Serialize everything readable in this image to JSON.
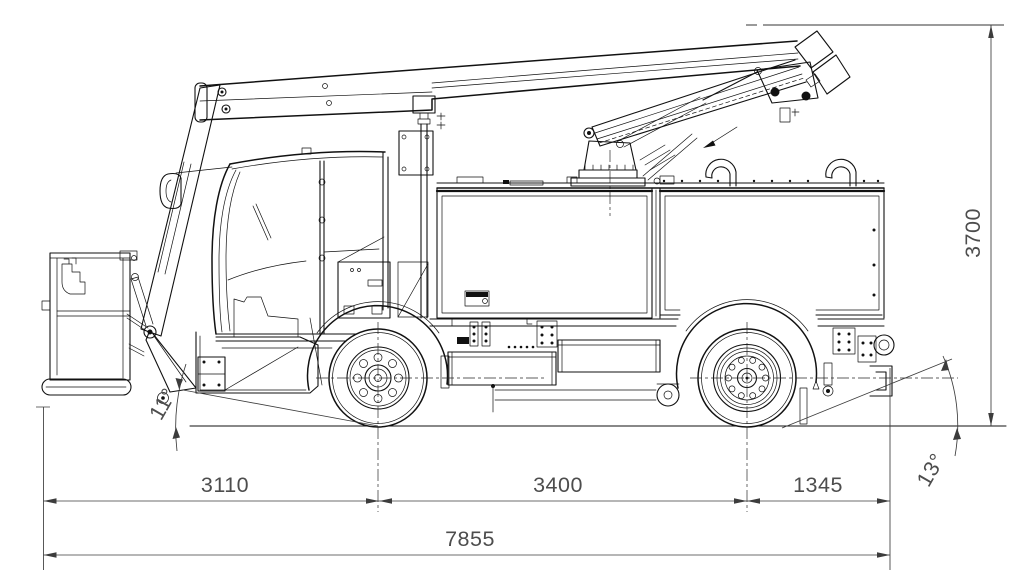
{
  "drawing": {
    "view": "side-elevation-technical-drawing",
    "dimensions": {
      "front_overhang": "3110",
      "wheelbase": "3400",
      "rear_overhang": "1345",
      "overall_length": "7855",
      "overall_height": "3700",
      "approach_angle": "11°",
      "departure_angle": "13°"
    },
    "colors": {
      "line": "#111111",
      "dimension_line": "#3c3c3c",
      "dimension_text": "#4d4d4d",
      "height_reference_line": "#9a9a9a",
      "background": "#ffffff"
    }
  }
}
